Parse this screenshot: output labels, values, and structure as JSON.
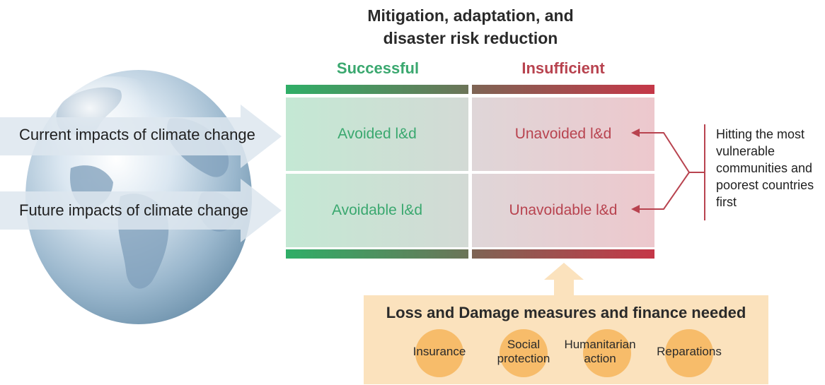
{
  "title": {
    "line1": "Mitigation, adaptation, and",
    "line2": "disaster risk reduction"
  },
  "columns": {
    "left": "Successful",
    "right": "Insufficient"
  },
  "cells": {
    "top_left": "Avoided l&d",
    "top_right": "Unavoided l&d",
    "bottom_left": "Avoidable l&d",
    "bottom_right": "Unavoidable l&d"
  },
  "impacts": {
    "current": "Current impacts of climate change",
    "future": "Future impacts of climate change"
  },
  "note": "Hitting the most vulnerable communities and poorest countries first",
  "loss_damage": {
    "title": "Loss and Damage measures and finance needed",
    "measures": [
      "Insurance",
      "Social protection",
      "Humanitarian action",
      "Reparations"
    ]
  },
  "colors": {
    "successful": "#3aa86f",
    "insufficient": "#b8434f",
    "ld_box": "#fbe2bd",
    "ld_circle": "#f7bc6a"
  }
}
